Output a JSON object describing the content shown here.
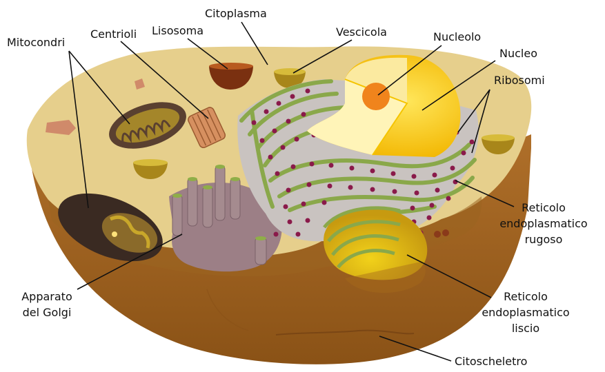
{
  "labels": {
    "citoplasma": "Citoplasma",
    "mitocondri": "Mitocondri",
    "centrioli": "Centrioli",
    "lisosoma": "Lisosoma",
    "vescicola": "Vescicola",
    "nucleolo": "Nucleolo",
    "nucleo": "Nucleo",
    "ribosomi": "Ribosomi",
    "rer_line1": "Reticolo",
    "rer_line2": "endoplasmatico",
    "rer_line3": "rugoso",
    "apparato_line1": "Apparato",
    "apparato_line2": "del Golgi",
    "ser_line1": "Reticolo",
    "ser_line2": "endoplasmatico",
    "ser_line3": "liscio",
    "citoscheletro": "Citoscheletro"
  }
}
